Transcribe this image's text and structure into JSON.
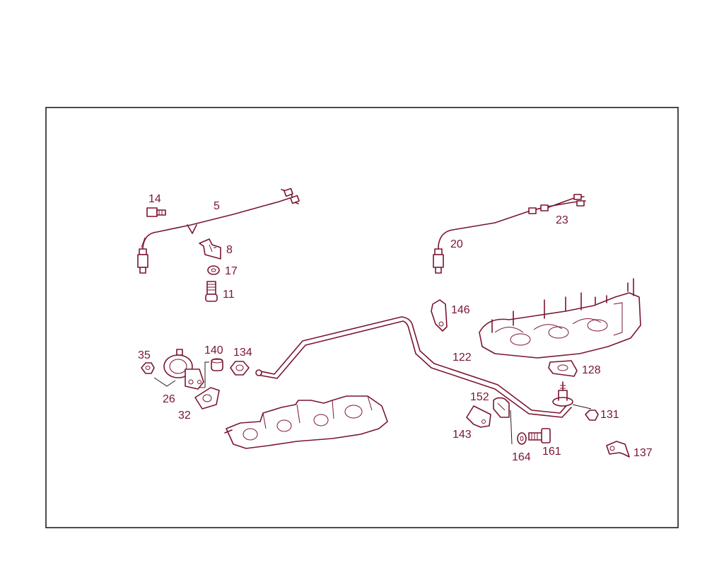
{
  "labels": {
    "p5": "5",
    "p8": "8",
    "p11": "11",
    "p14": "14",
    "p17": "17",
    "p20": "20",
    "p23": "23",
    "p26": "26",
    "p32": "32",
    "p35": "35",
    "p122": "122",
    "p128": "128",
    "p131": "131",
    "p134": "134",
    "p137": "137",
    "p140": "140",
    "p143": "143",
    "p146": "146",
    "p152": "152",
    "p161": "161",
    "p164": "164"
  },
  "colors": {
    "line": "#7a1530",
    "frame": "#111111",
    "background": "#ffffff"
  }
}
